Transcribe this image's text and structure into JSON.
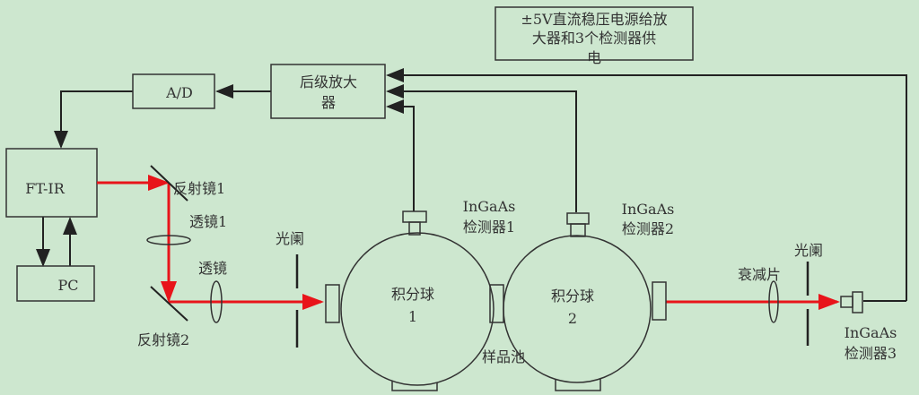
{
  "power_supply": {
    "line1": "±5V直流稳压电源给放",
    "line2": "大器和3个检测器供",
    "line3": "电"
  },
  "amplifier": {
    "line1": "后级放大",
    "line2": "器"
  },
  "ad": {
    "label": "A/D"
  },
  "ftir": {
    "label": "FT-IR"
  },
  "pc": {
    "label": "PC"
  },
  "mirror1": {
    "label": "反射镜1"
  },
  "mirror2": {
    "label": "反射镜2"
  },
  "lens1": {
    "label": "透镜1"
  },
  "lens2": {
    "label": "透镜"
  },
  "aperture1": {
    "label": "光阑"
  },
  "aperture2": {
    "label": "光阑"
  },
  "sphere1": {
    "line1": "积分球",
    "line2": "1"
  },
  "sphere2": {
    "line1": "积分球",
    "line2": "2"
  },
  "detector1": {
    "line1": "InGaAs",
    "line2": "检测器1"
  },
  "detector2": {
    "line1": "InGaAs",
    "line2": "检测器2"
  },
  "detector3": {
    "line1": "InGaAs",
    "line2": "检测器3"
  },
  "sample_cell": {
    "label": "样品池"
  },
  "attenuator": {
    "label": "衰减片"
  },
  "colors": {
    "background": "#cde7cf",
    "beam": "#e8141a",
    "line": "#222222"
  }
}
